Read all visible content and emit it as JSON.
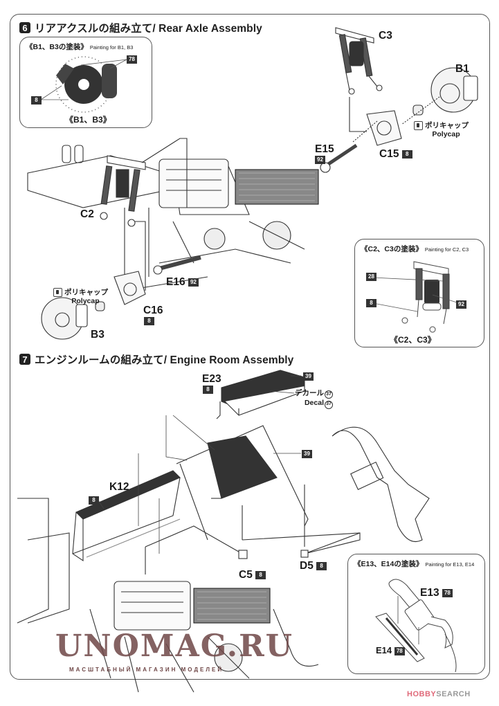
{
  "step6": {
    "number": "6",
    "title": "リアアクスルの組み立て/ Rear Axle Assembly",
    "parts": {
      "c3": "C3",
      "b1": "B1",
      "c15": "C15",
      "c15_paint": "8",
      "e15": "E15",
      "e15_paint": "92",
      "c2": "C2",
      "e16": "E16",
      "e16_paint": "92",
      "c16": "C16",
      "c16_paint": "8",
      "b3": "B3"
    },
    "polycap_jp": "ポリキャップ",
    "polycap_en": "Polycap",
    "inset_b": {
      "title_jp": "《B1、B3の塗装》",
      "title_en": "Painting for B1, B3",
      "paint_caliper": "78",
      "paint_disc": "8",
      "caption": "《B1、B3》"
    },
    "inset_c": {
      "title_jp": "《C2、C3の塗装》",
      "title_en": "Painting for C2, C3",
      "paint_spring": "28",
      "paint_rod": "8",
      "paint_boot": "92",
      "caption": "《C2、C3》"
    }
  },
  "step7": {
    "number": "7",
    "title": "エンジンルームの組み立て/ Engine Room Assembly",
    "parts": {
      "e23": "E23",
      "e23_paint": "8",
      "e23_top_paint": "39",
      "radiator_paint": "39",
      "k12": "K12",
      "k12_paint": "8",
      "c5": "C5",
      "c5_paint": "8",
      "d5": "D5",
      "d5_paint": "8"
    },
    "decal_jp": "デカール",
    "decal_en": "Decal",
    "decal_num": "37",
    "inset_e": {
      "title_jp": "《E13、E14の塗装》",
      "title_en": "Painting for E13, E14",
      "e13": "E13",
      "e13_paint": "78",
      "e14": "E14",
      "e14_paint": "78"
    }
  },
  "watermark": {
    "main": "UNOMAG.RU",
    "sub": "МАСШТАБНЫЙ МАГАЗИН МОДЕЛЕЙ",
    "credit_a": "HOBBY",
    "credit_b": "SEARCH"
  },
  "colors": {
    "ink": "#1a1a1a",
    "paint_badge": "#333333",
    "watermark": "#6e4646",
    "credit_pink": "#e06a7a"
  }
}
